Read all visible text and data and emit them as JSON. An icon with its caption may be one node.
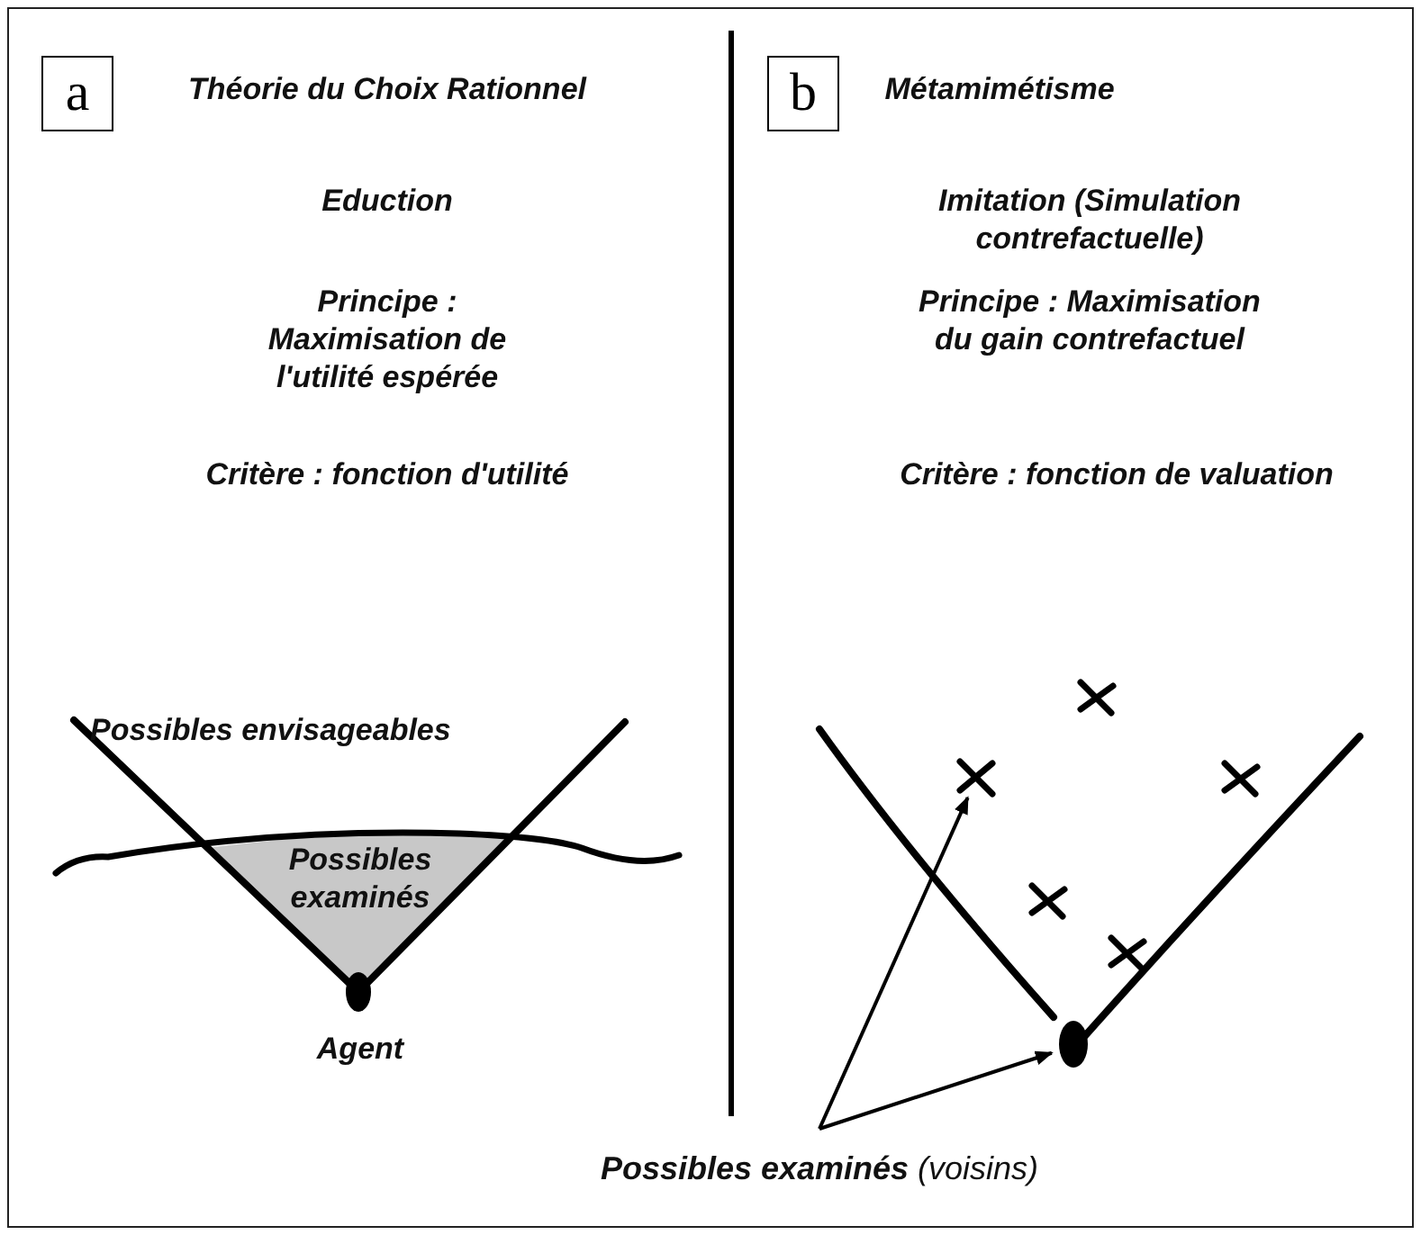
{
  "diagram": {
    "nodes": [
      {
        "text": [
          "**Possibles examinés** (voisins)"
        ]
      },
      {
        "text": [],
        "shape": "cross"
      },
      {
        "text": [],
        "shape": "circle"
      }
    ],
    "edges": [
      {
        "from": 0,
        "to": 1,
        "arrow": "to"
      },
      {
        "from": 0,
        "to": 2,
        "arrow": "to"
      }
    ],
    "labels": [
      "a",
      "Théorie du Choix Rationnel",
      "b",
      "Métamimétisme",
      "Eduction",
      "Imitation (Simulation contrefactuelle)",
      "Principe : Maximisation de l'utilité espérée",
      "Principe : Maximisation du gain contrefactuel",
      "Critère : fonction d'utilité",
      "Critère : fonction de valuation",
      "Possibles envisageables",
      "Possibles examinés",
      "Agent"
    ]
  }
}
